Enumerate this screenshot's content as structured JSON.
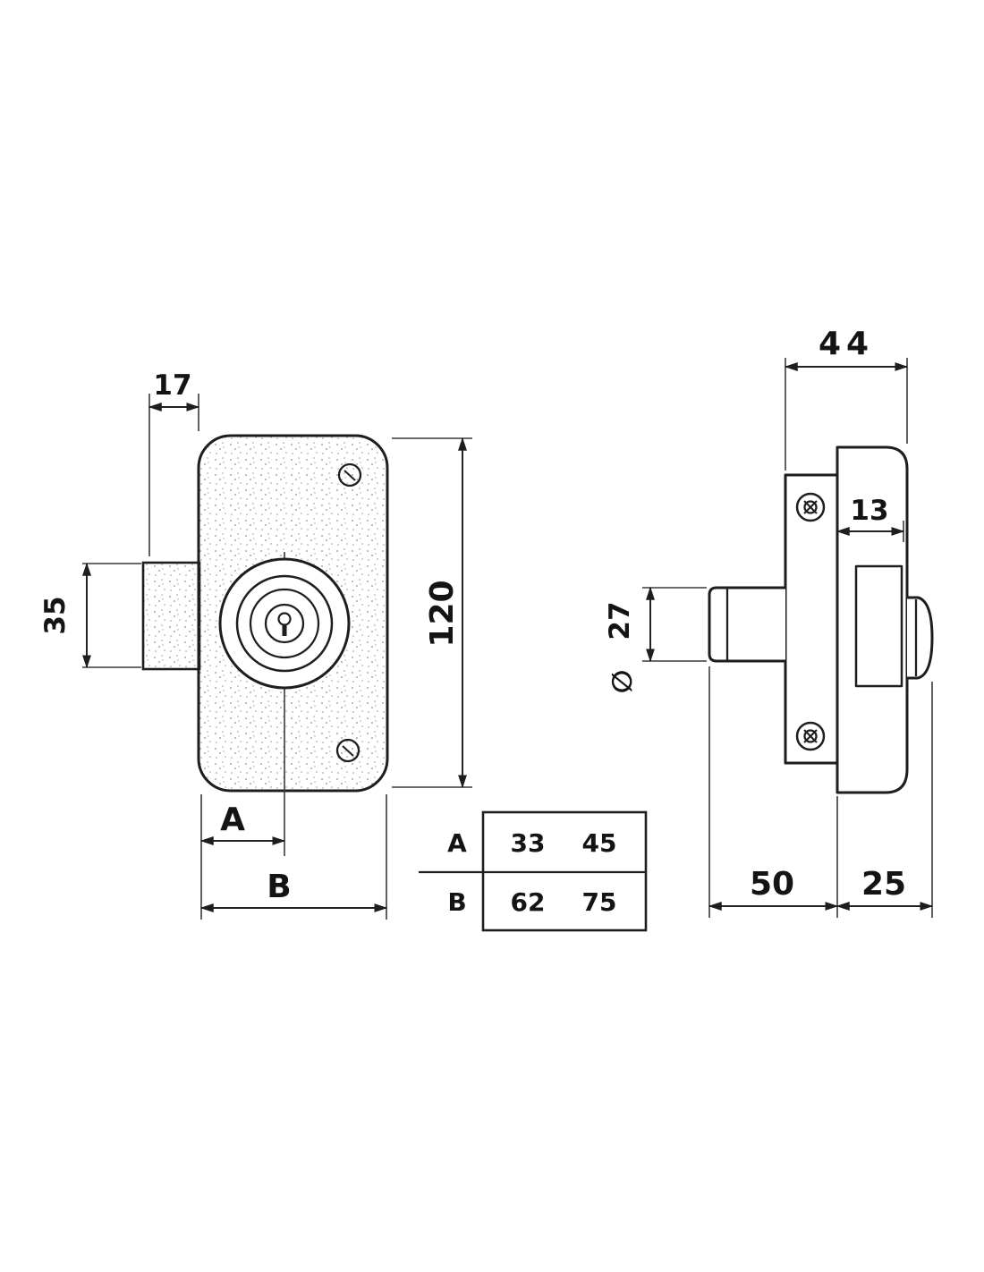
{
  "front_view": {
    "dims": {
      "tab_width": "17",
      "tab_height": "35",
      "body_height": "120",
      "a": "A",
      "b": "B"
    }
  },
  "side_view": {
    "dims": {
      "width": "44",
      "bolt": "13",
      "cylinder_diameter": "27",
      "diameter_symbol": "∅",
      "body_depth": "50",
      "knob_depth": "25"
    }
  },
  "size_table": {
    "rows": [
      {
        "label": "A",
        "col1": "33",
        "col2": "45"
      },
      {
        "label": "B",
        "col1": "62",
        "col2": "75"
      }
    ]
  },
  "colors": {
    "line": "#1e1e1e",
    "background": "#ffffff"
  }
}
